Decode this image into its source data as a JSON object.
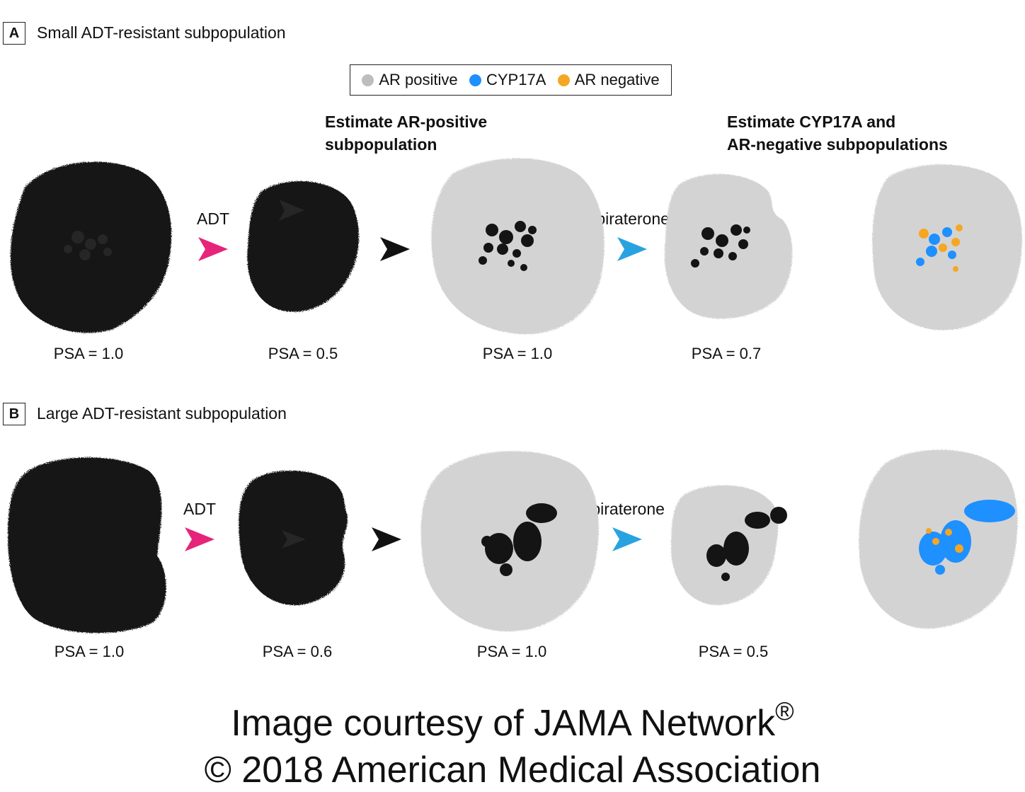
{
  "panels": [
    {
      "letter": "A",
      "title": "Small ADT-resistant subpopulation",
      "psa": [
        "PSA = 1.0",
        "PSA = 0.5",
        "PSA = 1.0",
        "PSA = 0.7"
      ]
    },
    {
      "letter": "B",
      "title": "Large ADT-resistant subpopulation",
      "psa": [
        "PSA = 1.0",
        "PSA = 0.6",
        "PSA = 1.0",
        "PSA = 0.5"
      ]
    }
  ],
  "legend": [
    {
      "label": "AR positive",
      "color": "#bdbdbd"
    },
    {
      "label": "CYP17A",
      "color": "#1e90ff"
    },
    {
      "label": "AR negative",
      "color": "#f5a623"
    }
  ],
  "headings": {
    "estimate_ar_positive": [
      "Estimate AR-positive",
      "subpopulation"
    ],
    "estimate_cyp17a": [
      "Estimate CYP17A and",
      "AR-negative subpopulations"
    ]
  },
  "drugs": {
    "adt": "ADT",
    "abiraterone": "Abiraterone"
  },
  "colors": {
    "adt_arrow": "#e6247a",
    "abiraterone_arrow": "#29a3e0",
    "neutral_arrow": "#111111",
    "tumor_dark": "#141414",
    "tumor_light": "#d3d3d3"
  },
  "credit": {
    "line1": "Image courtesy of JAMA Network",
    "mark": "®",
    "line2": "© 2018 American Medical Association"
  }
}
